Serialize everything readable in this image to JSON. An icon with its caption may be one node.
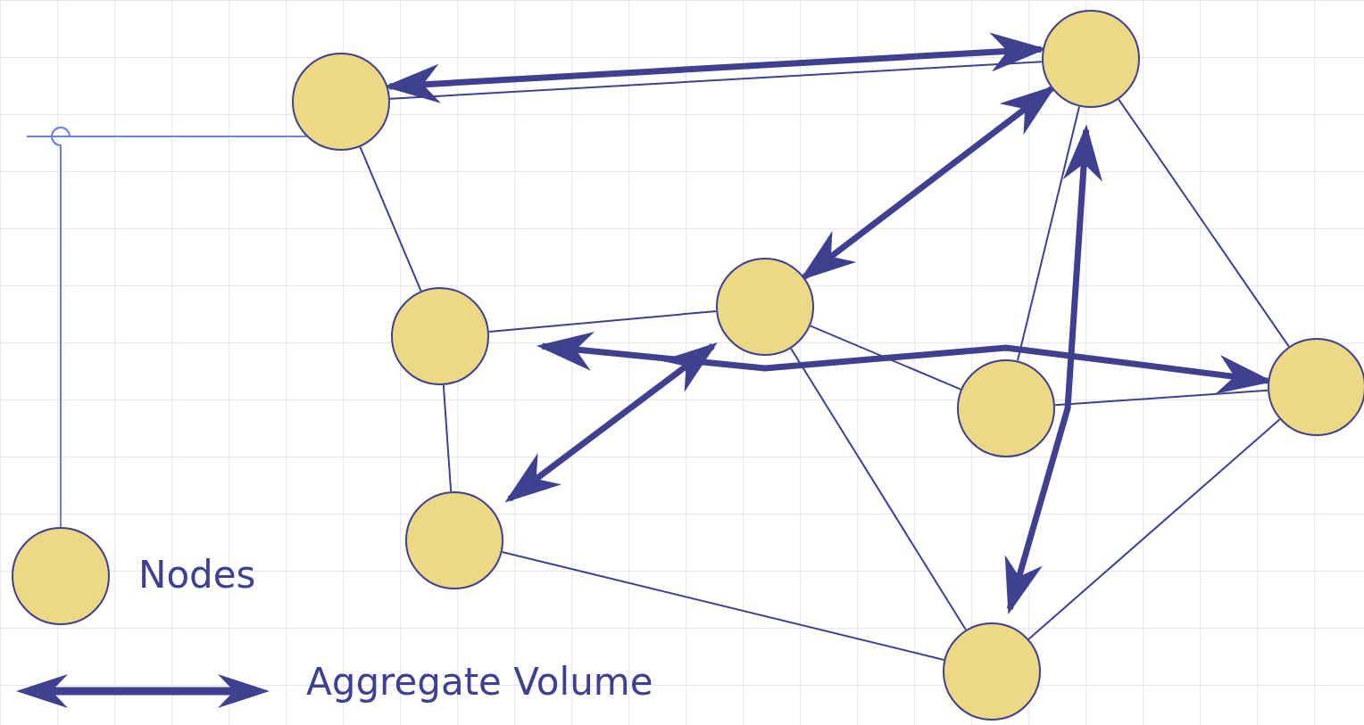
{
  "diagram": {
    "nodes": [
      {
        "text": [],
        "shape": "circle"
      },
      {
        "text": [],
        "shape": "circle"
      },
      {
        "text": [],
        "shape": "circle"
      },
      {
        "text": [],
        "shape": "circle"
      },
      {
        "text": [],
        "shape": "circle"
      },
      {
        "text": [],
        "shape": "circle"
      },
      {
        "text": [],
        "shape": "circle"
      },
      {
        "text": [],
        "shape": "circle"
      },
      {
        "text": [],
        "shape": "circle"
      }
    ],
    "edges": [
      {
        "from": 0,
        "to": 1,
        "arrow": "none"
      },
      {
        "from": 0,
        "to": 2,
        "arrow": "none"
      },
      {
        "from": 2,
        "to": 3,
        "arrow": "none"
      },
      {
        "from": 2,
        "to": 6,
        "arrow": "none"
      },
      {
        "from": 3,
        "to": 4,
        "arrow": "none"
      },
      {
        "from": 3,
        "to": 7,
        "arrow": "none"
      },
      {
        "from": 1,
        "to": 4,
        "arrow": "none"
      },
      {
        "from": 1,
        "to": 5,
        "arrow": "none"
      },
      {
        "from": 4,
        "to": 5,
        "arrow": "none"
      },
      {
        "from": 6,
        "to": 7,
        "arrow": "none"
      },
      {
        "from": 7,
        "to": 5,
        "arrow": "none"
      },
      {
        "from": 0,
        "to": 1,
        "arrow": "both",
        "style": "thick"
      },
      {
        "from": 1,
        "to": 3,
        "arrow": "both",
        "style": "thick"
      },
      {
        "from": 2,
        "to": 5,
        "arrow": "both",
        "style": "thick"
      },
      {
        "from": 6,
        "to": 3,
        "arrow": "both",
        "style": "thick"
      },
      {
        "from": 1,
        "to": 7,
        "arrow": "both",
        "style": "thick"
      },
      {
        "from": 8,
        "to": 0,
        "arrow": "none",
        "color": "#6b80e6"
      }
    ],
    "legend": [
      {
        "text": "Nodes"
      },
      {
        "text": "Aggregate Volume"
      }
    ]
  }
}
